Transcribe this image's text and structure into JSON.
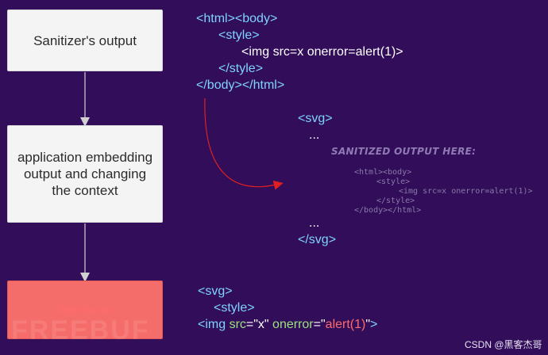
{
  "boxes": {
    "sanitizer": "Sanitizer's output",
    "application": "application embedding output and changing the context",
    "renderer": "Renderer"
  },
  "top_code": {
    "line1": "<html><body>",
    "line2": "<style>",
    "line3": "<img src=x onerror=alert(1)>",
    "line4": "</style>",
    "line5": "</body></html>"
  },
  "middle_code": {
    "svg_open": "<svg>",
    "dots_top": "...",
    "heading": "SANITIZED OUTPUT HERE:",
    "mini1": "<html><body>",
    "mini2": "<style>",
    "mini3": "<img src=x onerror=alert(1)>",
    "mini4": "</style>",
    "mini5": "</body></html>",
    "dots_bottom": "...",
    "svg_close": "</svg>"
  },
  "bottom_code": {
    "svg_open": "<svg>",
    "style_open": "<style>",
    "img_open": "<img ",
    "src_attr": "src",
    "eq1": "=",
    "src_val": "\"x\"",
    "onerror_attr": " onerror",
    "eq2": "=",
    "q1": "\"",
    "alert_val": "alert(1)",
    "q2": "\"",
    "close": ">"
  },
  "watermark": "CSDN @黑客杰哥",
  "logo_text": "FREEBUF",
  "colors": {
    "background": "#310d5a",
    "tag": "#7fd3ff",
    "text": "#ffffff",
    "renderer_box": "#f56d6a",
    "arrow": "#e02020"
  }
}
